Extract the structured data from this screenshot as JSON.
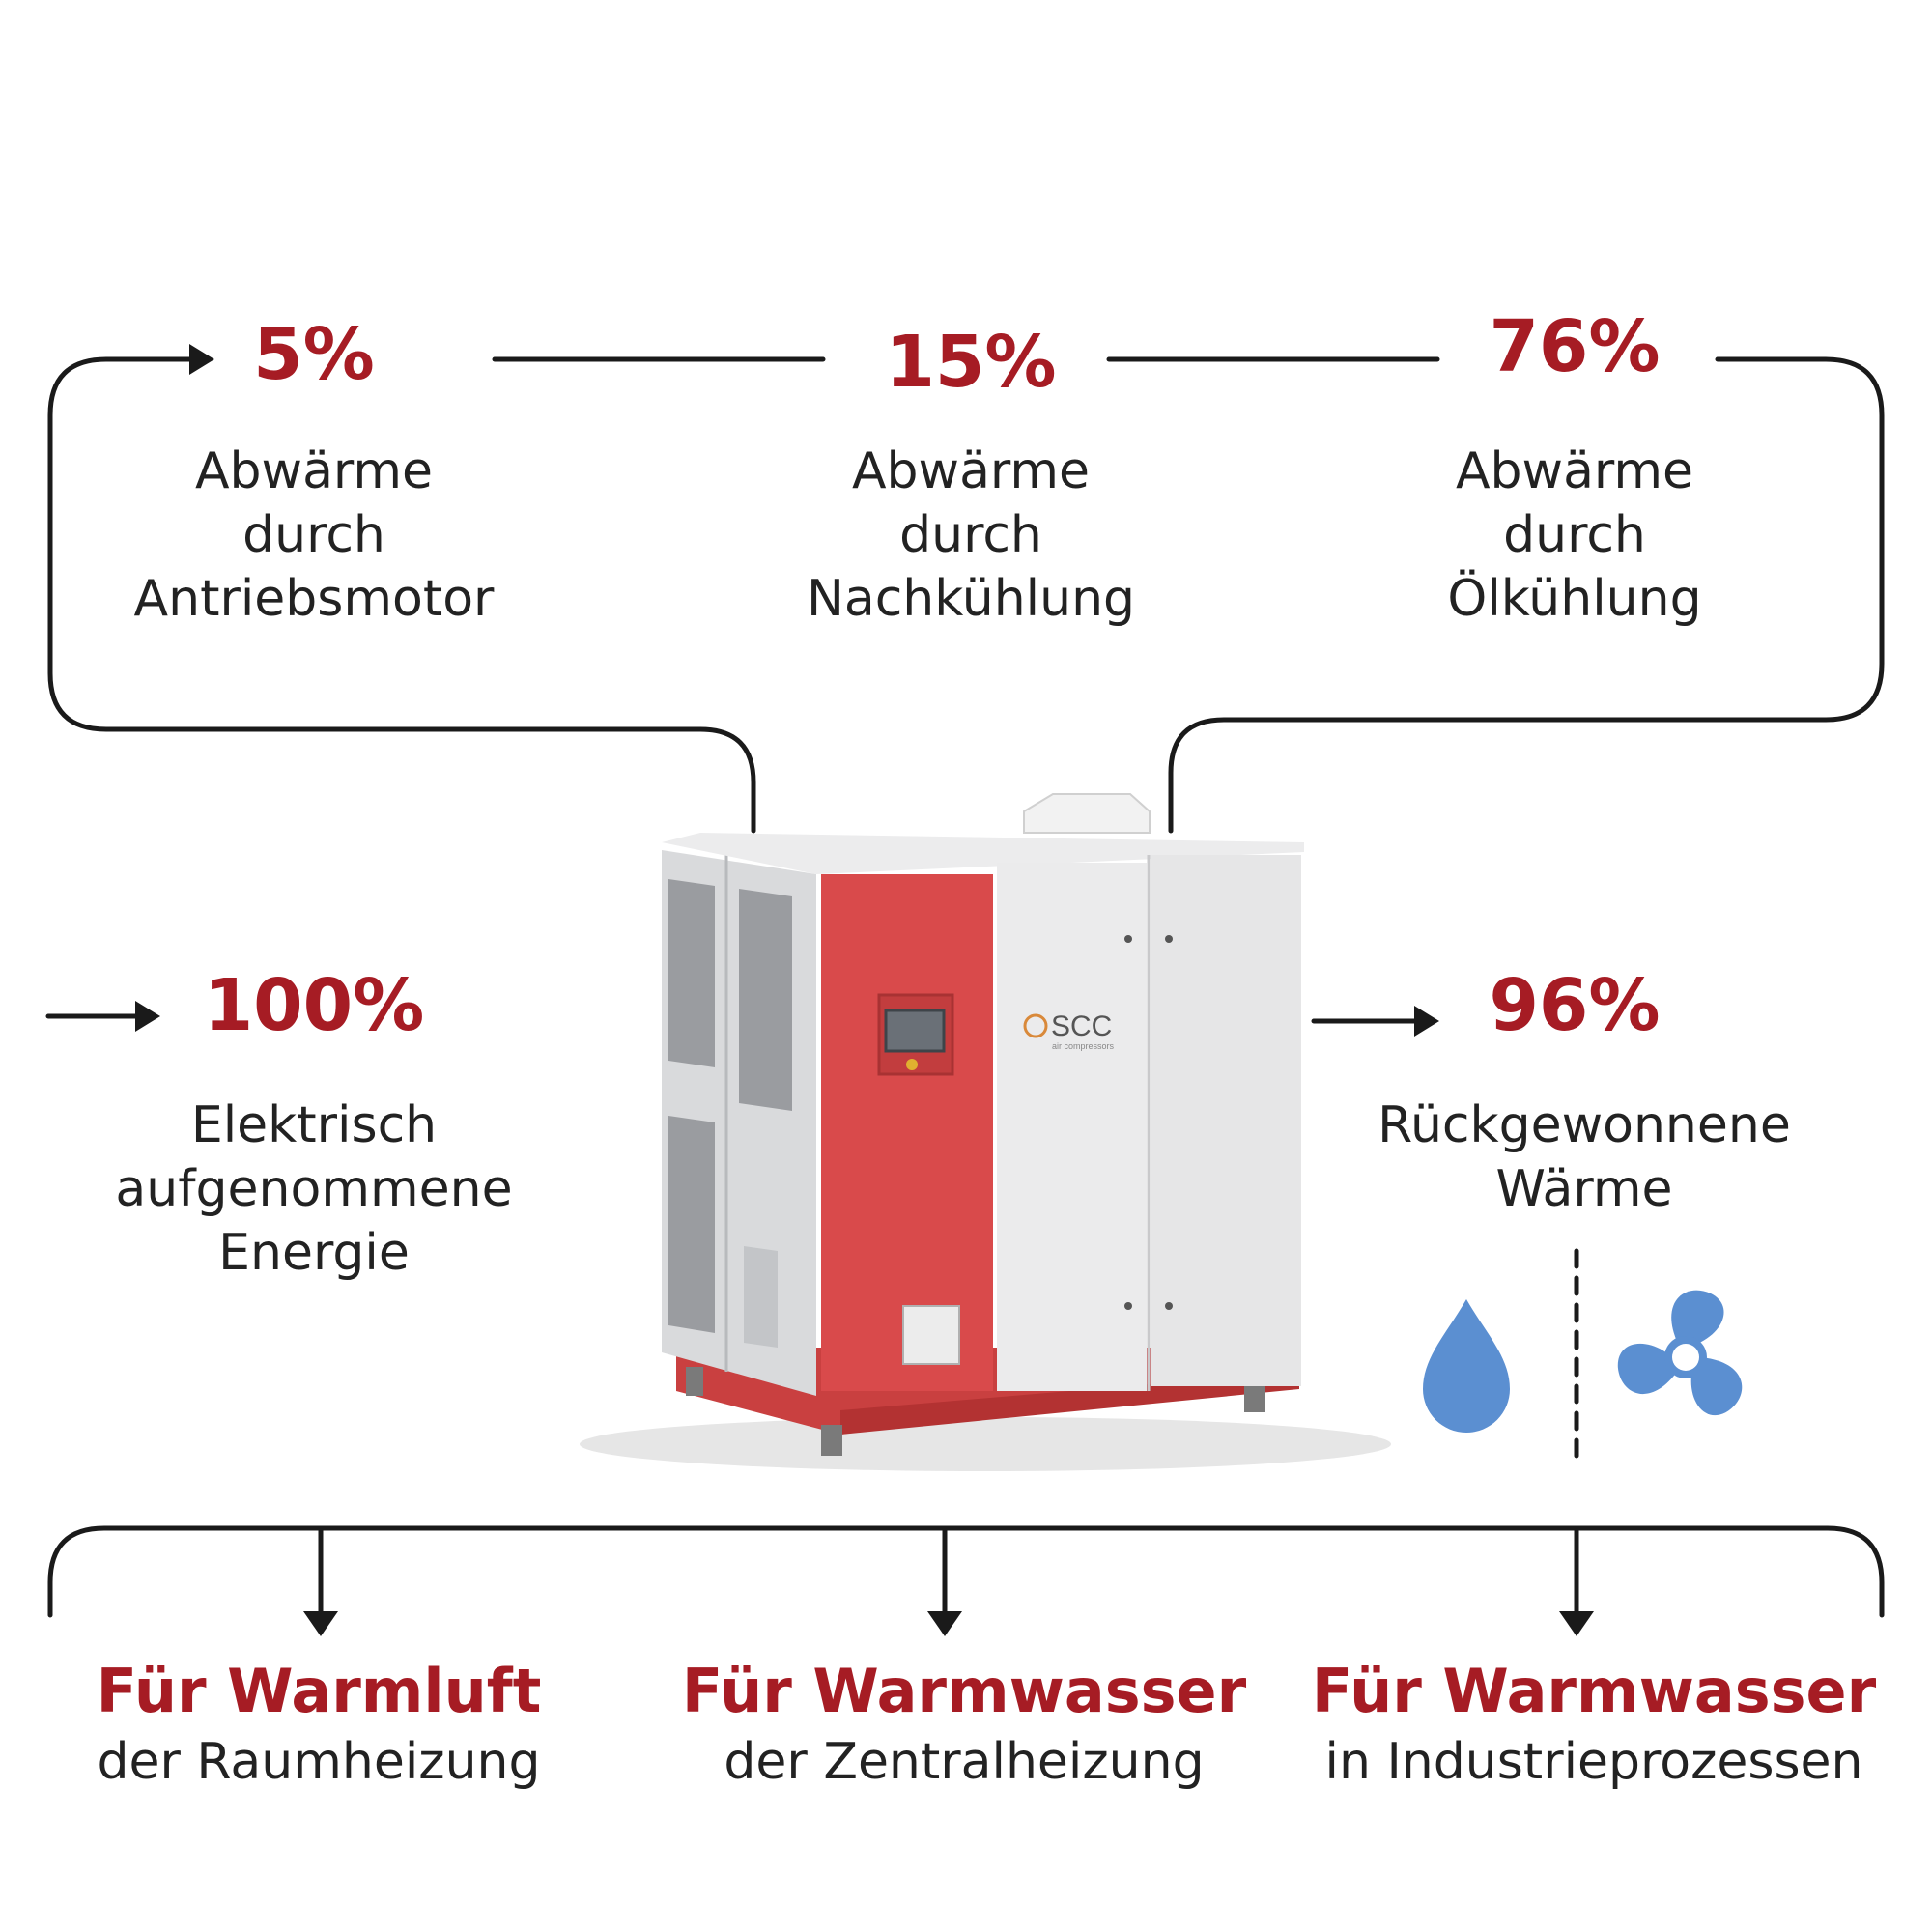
{
  "colors": {
    "accent": "#a61c24",
    "line": "#1a1a1a",
    "icon": "#5b8fd1",
    "machine_red": "#d94a4b"
  },
  "outputs": [
    {
      "percent": "5%",
      "lines": [
        "Abwärme",
        "durch",
        "Antriebsmotor"
      ]
    },
    {
      "percent": "15%",
      "lines": [
        "Abwärme",
        "durch",
        "Nachkühlung"
      ]
    },
    {
      "percent": "76%",
      "lines": [
        "Abwärme",
        "durch",
        "Ölkühlung"
      ]
    }
  ],
  "input": {
    "percent": "100%",
    "lines": [
      "Elektrisch",
      "aufgenommene",
      "Energie"
    ]
  },
  "recovered": {
    "percent": "96%",
    "lines": [
      "Rückgewonnene",
      "Wärme"
    ]
  },
  "machine": {
    "brand": "SCC",
    "tagline": "air compressors"
  },
  "icons": [
    "water-drop-icon",
    "fan-icon"
  ],
  "uses": [
    {
      "title": "Für Warmluft",
      "subtitle": "der Raumheizung"
    },
    {
      "title": "Für Warmwasser",
      "subtitle": "der Zentralheizung"
    },
    {
      "title": "Für Warmwasser",
      "subtitle": "in Industrieprozessen"
    }
  ]
}
